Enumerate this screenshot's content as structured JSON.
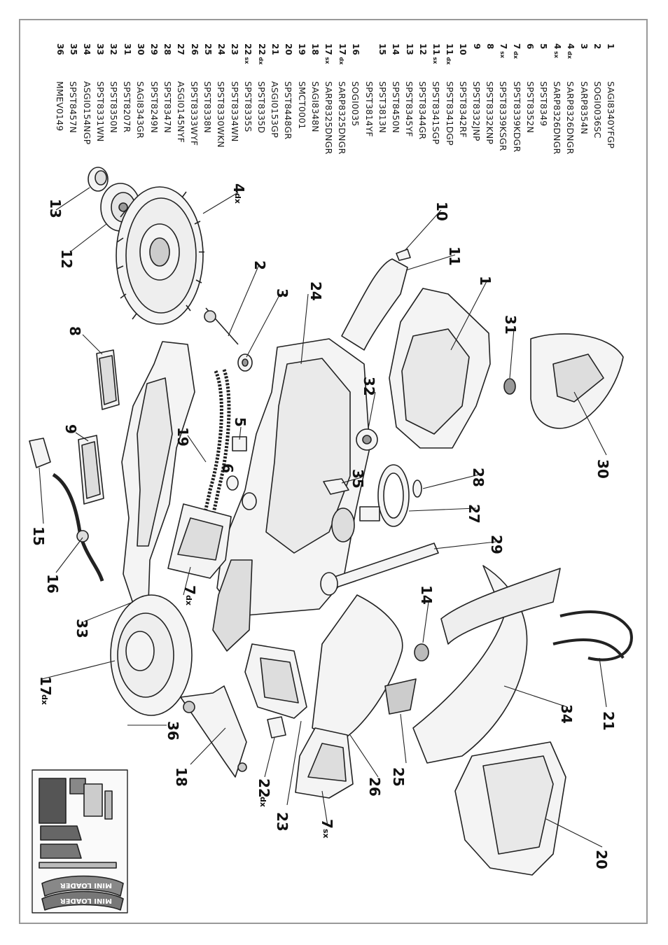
{
  "parts": [
    {
      "num": "1",
      "sfx": "",
      "code": "SAGI8340YFGP"
    },
    {
      "num": "2",
      "sfx": "",
      "code": "SOGI0036SC"
    },
    {
      "num": "3",
      "sfx": "",
      "code": "SARP8354N"
    },
    {
      "num": "4",
      "sfx": "dx",
      "code": "SARP8326DNGR"
    },
    {
      "num": "4",
      "sfx": "sx",
      "code": "SARP8326DNGR"
    },
    {
      "num": "5",
      "sfx": "",
      "code": "SPST8349"
    },
    {
      "num": "6",
      "sfx": "",
      "code": "SPST8352N"
    },
    {
      "num": "7",
      "sfx": "dx",
      "code": "SPST8339KDGR"
    },
    {
      "num": "7",
      "sfx": "sx",
      "code": "SPST8339KSGR"
    },
    {
      "num": "8",
      "sfx": "",
      "code": "SPST8332KNP"
    },
    {
      "num": "9",
      "sfx": "",
      "code": "SPST8332JNP"
    },
    {
      "num": "10",
      "sfx": "",
      "code": "SPST8342RF"
    },
    {
      "num": "11",
      "sfx": "dx",
      "code": "SPST8341DGP"
    },
    {
      "num": "11",
      "sfx": "sx",
      "code": "SPST8341SGP"
    },
    {
      "num": "12",
      "sfx": "",
      "code": "SPST8344GR"
    },
    {
      "num": "13",
      "sfx": "",
      "code": "SPST8345YF"
    },
    {
      "num": "14",
      "sfx": "",
      "code": "SPST8450N"
    },
    {
      "num": "15",
      "sfx": "",
      "code": "SPST3813N"
    },
    {
      "num": "",
      "sfx": "",
      "code": "SPST3814YF"
    },
    {
      "num": "16",
      "sfx": "",
      "code": "SOGI0035"
    },
    {
      "num": "17",
      "sfx": "dx",
      "code": "SARP8325DNGR"
    },
    {
      "num": "17",
      "sfx": "sx",
      "code": "SARP8325DNGR"
    },
    {
      "num": "18",
      "sfx": "",
      "code": "SAGI8348N"
    },
    {
      "num": "19",
      "sfx": "",
      "code": "SMCT0001"
    },
    {
      "num": "20",
      "sfx": "",
      "code": "SPST8448GR"
    },
    {
      "num": "21",
      "sfx": "",
      "code": "ASGI0153GP"
    },
    {
      "num": "22",
      "sfx": "dx",
      "code": "SPST8335D"
    },
    {
      "num": "22",
      "sfx": "sx",
      "code": "SPST8335S"
    },
    {
      "num": "23",
      "sfx": "",
      "code": "SPST8334WN"
    },
    {
      "num": "24",
      "sfx": "",
      "code": "SPST8330WKN"
    },
    {
      "num": "25",
      "sfx": "",
      "code": "SPST8338N"
    },
    {
      "num": "26",
      "sfx": "",
      "code": "SPST8333WYF"
    },
    {
      "num": "27",
      "sfx": "",
      "code": "ASGI0145NYF"
    },
    {
      "num": "28",
      "sfx": "",
      "code": "SPST8347N"
    },
    {
      "num": "29",
      "sfx": "",
      "code": "SPST8249N"
    },
    {
      "num": "30",
      "sfx": "",
      "code": "SAGI8343GR"
    },
    {
      "num": "31",
      "sfx": "",
      "code": "SPST8207R"
    },
    {
      "num": "32",
      "sfx": "",
      "code": "SPST8350N"
    },
    {
      "num": "33",
      "sfx": "",
      "code": "SPST8331WN"
    },
    {
      "num": "34",
      "sfx": "",
      "code": "ASGI0154NGP"
    },
    {
      "num": "35",
      "sfx": "",
      "code": "SPST8457N"
    },
    {
      "num": "36",
      "sfx": "",
      "code": "MMEV0149"
    }
  ],
  "callouts": {
    "c1": "1",
    "c2": "2",
    "c3": "3",
    "c4": "4",
    "c4s": "dx",
    "c5": "5",
    "c6": "6",
    "c7a": "7",
    "c7as": "dx",
    "c7b": "7",
    "c7bs": "sx",
    "c8": "8",
    "c9": "9",
    "c10": "10",
    "c11": "11",
    "c12": "12",
    "c13": "13",
    "c14": "14",
    "c15": "15",
    "c16": "16",
    "c17": "17",
    "c17s": "dx",
    "c18": "18",
    "c19": "19",
    "c20": "20",
    "c21": "21",
    "c22": "22",
    "c22s": "dx",
    "c23": "23",
    "c24": "24",
    "c25": "25",
    "c26": "26",
    "c27": "27",
    "c28": "28",
    "c29": "29",
    "c30": "30",
    "c31": "31",
    "c32": "32",
    "c33": "33",
    "c34": "34",
    "c35": "35",
    "c36": "36"
  },
  "decal": {
    "label1": "MINI LOADER",
    "label2": "MINI LOADER"
  },
  "colors": {
    "line": "#222222",
    "frame": "#999999",
    "fill": "#f4f4f4",
    "shade": "#cfcfcf"
  }
}
